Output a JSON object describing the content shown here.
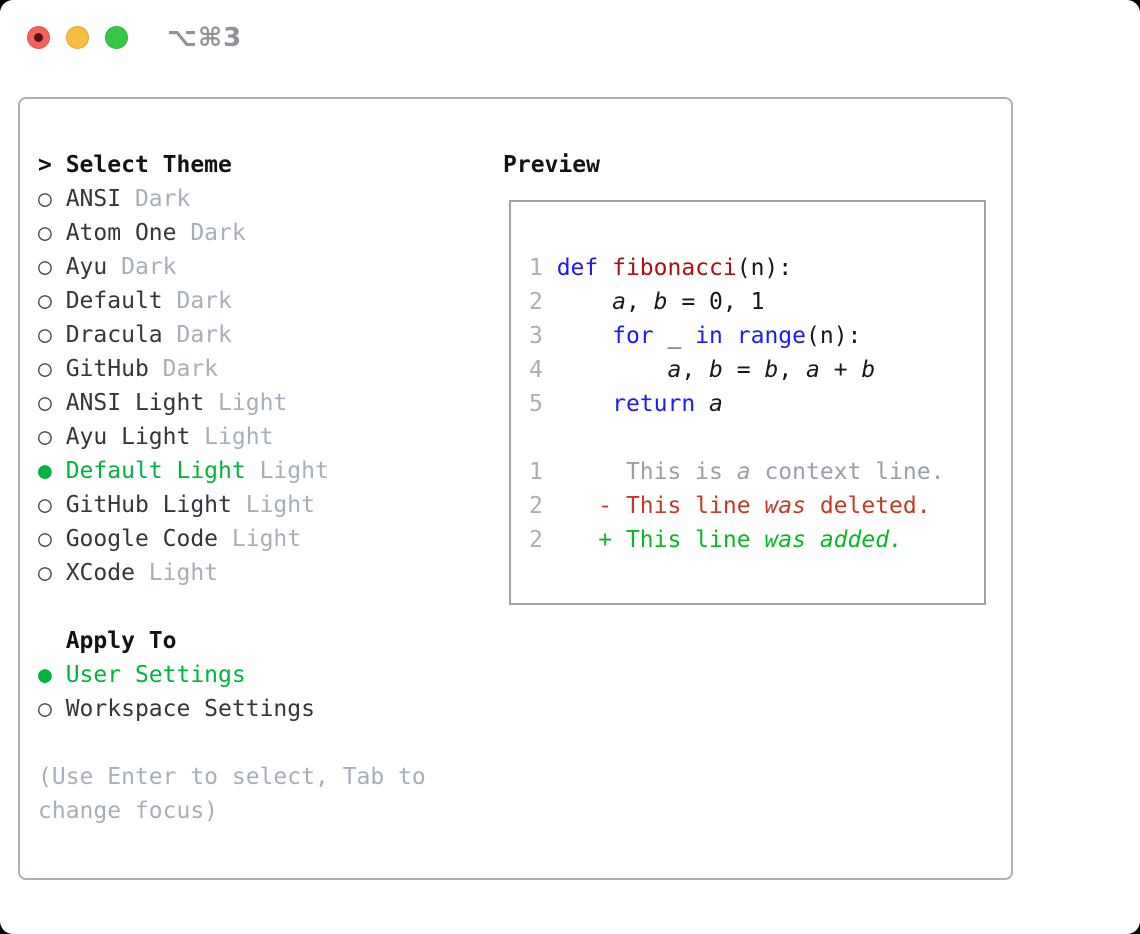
{
  "window": {
    "shortcut": "⌥⌘3",
    "traffic_lights": [
      "close",
      "minimize",
      "zoom"
    ]
  },
  "colors": {
    "selection_green": "#00b43e",
    "muted_gray": "#a6b0ba",
    "keyword_blue": "#1a1aff",
    "function_red": "#a81212",
    "diff_deleted_red": "#c23a2b",
    "diff_added_green": "#0db52b",
    "panel_border": "#a9b2bc"
  },
  "theme_selector": {
    "prompt": "> ",
    "title": "Select Theme",
    "marker_unselected": "○ ",
    "marker_selected": "● ",
    "items": [
      {
        "label": "ANSI",
        "variant": "Dark",
        "selected": false
      },
      {
        "label": "Atom One",
        "variant": "Dark",
        "selected": false
      },
      {
        "label": "Ayu",
        "variant": "Dark",
        "selected": false
      },
      {
        "label": "Default",
        "variant": "Dark",
        "selected": false
      },
      {
        "label": "Dracula",
        "variant": "Dark",
        "selected": false
      },
      {
        "label": "GitHub",
        "variant": "Dark",
        "selected": false
      },
      {
        "label": "ANSI Light",
        "variant": "Light",
        "selected": false
      },
      {
        "label": "Ayu Light",
        "variant": "Light",
        "selected": false
      },
      {
        "label": "Default Light",
        "variant": "Light",
        "selected": true
      },
      {
        "label": "GitHub Light",
        "variant": "Light",
        "selected": false
      },
      {
        "label": "Google Code",
        "variant": "Light",
        "selected": false
      },
      {
        "label": "XCode",
        "variant": "Light",
        "selected": false
      }
    ]
  },
  "apply_to": {
    "title": "Apply To",
    "options": [
      {
        "label": "User Settings",
        "selected": true
      },
      {
        "label": "Workspace Settings",
        "selected": false
      }
    ]
  },
  "help_text": "(Use Enter to select, Tab to change focus)",
  "preview": {
    "title": "Preview",
    "lines": [
      {
        "segments": [
          {
            "t": "1 ",
            "s": "num"
          },
          {
            "t": "def ",
            "s": "kw"
          },
          {
            "t": "fibonacci",
            "s": "fn"
          },
          {
            "t": "(n):",
            "s": "pl"
          }
        ]
      },
      {
        "segments": [
          {
            "t": "2 ",
            "s": "num"
          },
          {
            "t": "    ",
            "s": "pl"
          },
          {
            "t": "a",
            "s": "var"
          },
          {
            "t": ", ",
            "s": "pl"
          },
          {
            "t": "b",
            "s": "var"
          },
          {
            "t": " = 0, 1",
            "s": "pl"
          }
        ]
      },
      {
        "segments": [
          {
            "t": "3 ",
            "s": "num"
          },
          {
            "t": "    ",
            "s": "pl"
          },
          {
            "t": "for",
            "s": "kw"
          },
          {
            "t": " _ ",
            "s": "pl"
          },
          {
            "t": "in",
            "s": "kw"
          },
          {
            "t": " ",
            "s": "pl"
          },
          {
            "t": "range",
            "s": "kw"
          },
          {
            "t": "(n):",
            "s": "pl"
          }
        ]
      },
      {
        "segments": [
          {
            "t": "4 ",
            "s": "num"
          },
          {
            "t": "        ",
            "s": "pl"
          },
          {
            "t": "a",
            "s": "var"
          },
          {
            "t": ", ",
            "s": "pl"
          },
          {
            "t": "b",
            "s": "var"
          },
          {
            "t": " = ",
            "s": "pl"
          },
          {
            "t": "b",
            "s": "var"
          },
          {
            "t": ", ",
            "s": "pl"
          },
          {
            "t": "a",
            "s": "var"
          },
          {
            "t": " + ",
            "s": "pl"
          },
          {
            "t": "b",
            "s": "var"
          }
        ]
      },
      {
        "segments": [
          {
            "t": "5 ",
            "s": "num"
          },
          {
            "t": "    ",
            "s": "pl"
          },
          {
            "t": "return",
            "s": "kw"
          },
          {
            "t": " ",
            "s": "pl"
          },
          {
            "t": "a",
            "s": "var"
          }
        ]
      },
      {
        "segments": []
      },
      {
        "segments": [
          {
            "t": "1",
            "s": "num"
          },
          {
            "t": "      This is ",
            "s": "ctx"
          },
          {
            "t": "a",
            "s": "ctxi"
          },
          {
            "t": " context line.",
            "s": "ctx"
          }
        ]
      },
      {
        "segments": [
          {
            "t": "2",
            "s": "num"
          },
          {
            "t": "    - This line ",
            "s": "del"
          },
          {
            "t": "was",
            "s": "deli"
          },
          {
            "t": " deleted.",
            "s": "del"
          }
        ]
      },
      {
        "segments": [
          {
            "t": "2",
            "s": "num"
          },
          {
            "t": "    + This line ",
            "s": "add"
          },
          {
            "t": "was",
            "s": "addi"
          },
          {
            "t": " ",
            "s": "add"
          },
          {
            "t": "added.",
            "s": "addi"
          }
        ]
      }
    ]
  }
}
